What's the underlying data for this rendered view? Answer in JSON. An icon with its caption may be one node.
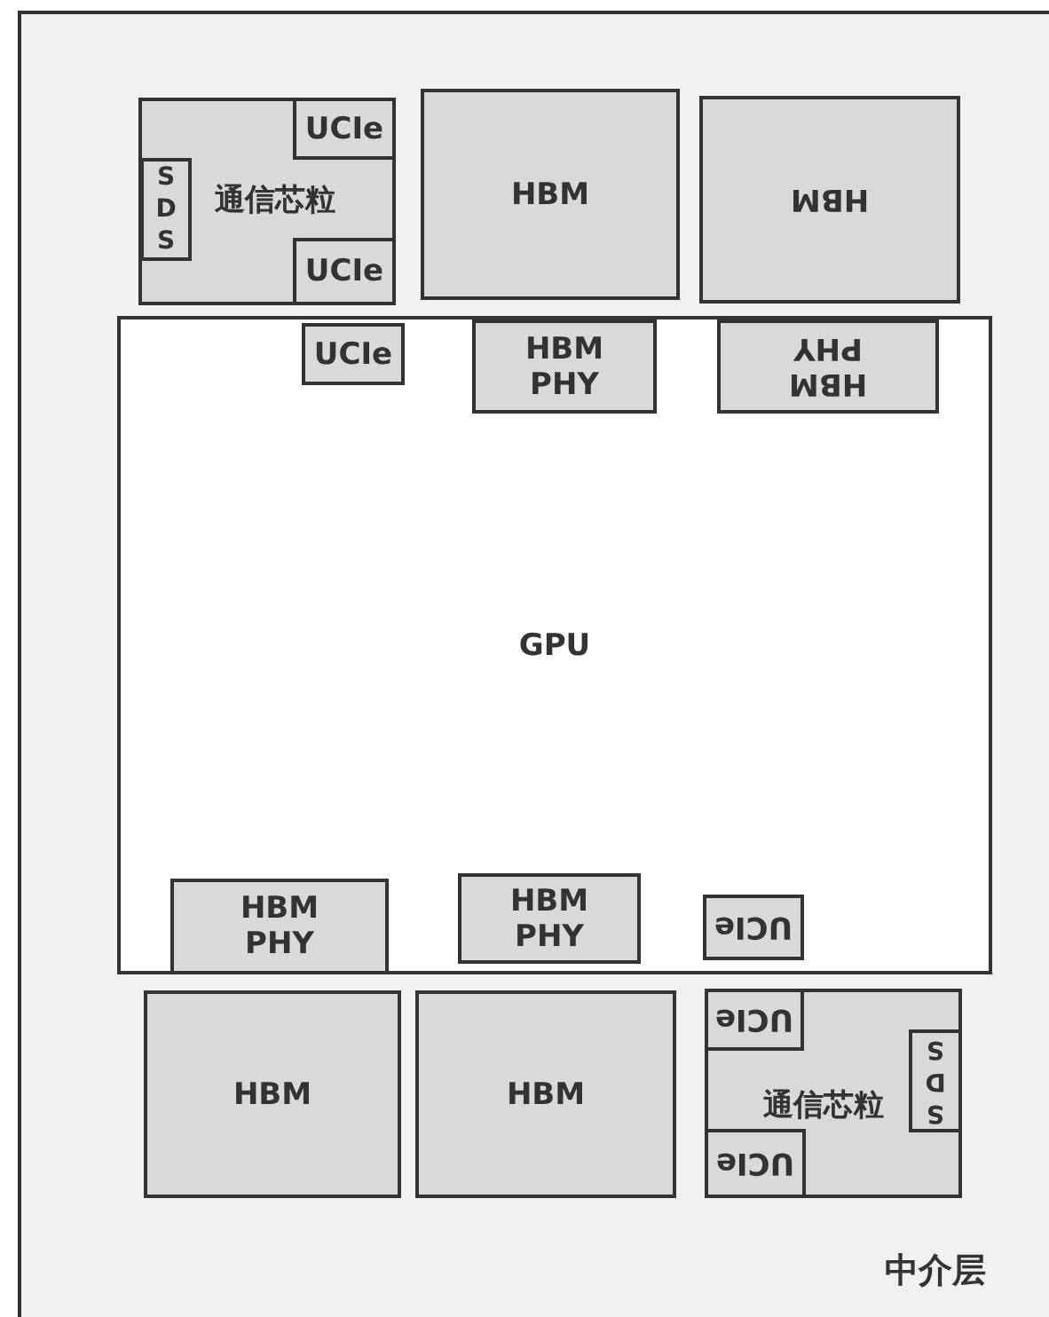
{
  "diagram": {
    "nodes": [
      {
        "text": [
          "中介层"
        ]
      },
      {
        "text": [
          "通信芯粒"
        ],
        "in": 0
      },
      {
        "text": [
          "UCIe"
        ],
        "in": 1
      },
      {
        "text": [
          "S D S"
        ],
        "in": 1
      },
      {
        "text": [
          "UCIe"
        ],
        "in": 1
      },
      {
        "text": [
          "HBM"
        ],
        "in": 0
      },
      {
        "text": [
          "HBM"
        ],
        "in": 0
      },
      {
        "text": [
          "GPU"
        ],
        "in": 0
      },
      {
        "text": [
          "UCIe"
        ],
        "in": 7
      },
      {
        "text": [
          "HBM PHY"
        ],
        "in": 7
      },
      {
        "text": [
          "HBM PHY"
        ],
        "in": 7
      },
      {
        "text": [
          "HBM PHY"
        ],
        "in": 7
      },
      {
        "text": [
          "HBM PHY"
        ],
        "in": 7
      },
      {
        "text": [
          "UCIe"
        ],
        "in": 7
      },
      {
        "text": [
          "HBM"
        ],
        "in": 0
      },
      {
        "text": [
          "HBM"
        ],
        "in": 0
      },
      {
        "text": [
          "通信芯粒"
        ],
        "in": 0
      },
      {
        "text": [
          "UCIe"
        ],
        "in": 16
      },
      {
        "text": [
          "S D S"
        ],
        "in": 16
      },
      {
        "text": [
          "UCIe"
        ],
        "in": 16
      }
    ]
  }
}
